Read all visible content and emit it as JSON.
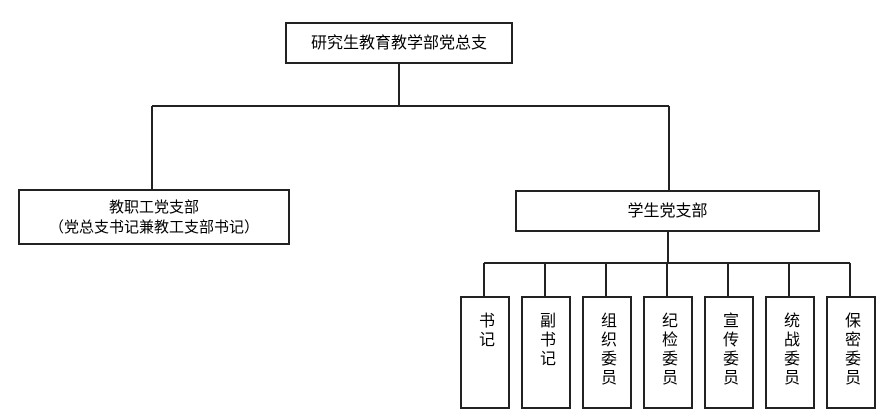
{
  "chart": {
    "type": "org-chart",
    "background_color": "#ffffff",
    "line_color": "#222222",
    "box_border_color": "#222222",
    "box_fill_color": "#ffffff",
    "text_color": "#000000"
  },
  "root": {
    "label": "研究生教育教学部党总支"
  },
  "branches": [
    {
      "id": "faculty",
      "label": "教职工党支部\n（党总支书记兼教工支部书记）",
      "line1": "教职工党支部",
      "line2": "（党总支书记兼教工支部书记）"
    },
    {
      "id": "student",
      "label": "学生党支部"
    }
  ],
  "student_positions": [
    {
      "label": "书记"
    },
    {
      "label": "副书记"
    },
    {
      "label": "组织委员"
    },
    {
      "label": "纪检委员"
    },
    {
      "label": "宣传委员"
    },
    {
      "label": "统战委员"
    },
    {
      "label": "保密委员"
    }
  ]
}
